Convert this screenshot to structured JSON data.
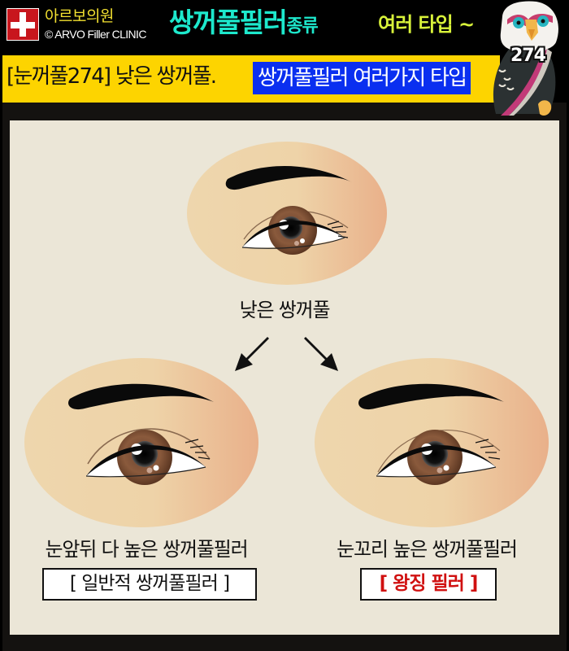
{
  "header": {
    "logo_icon": "red-cross-icon",
    "clinic_name_kr": "아르보의원",
    "clinic_name_en": "© ARVO Filler CLINIC",
    "title_main": "쌍꺼풀필러",
    "title_suffix": "종류",
    "title_tagline": "여러 타입 ~"
  },
  "subheader": {
    "text": "[눈꺼풀274] 낮은 쌍꺼풀.",
    "highlight": "쌍꺼풀필러 여러가지 타입"
  },
  "mascot": {
    "icon": "eagle-mascot-icon",
    "episode_number": "274"
  },
  "diagram": {
    "top": {
      "caption": "낮은 쌍꺼풀"
    },
    "arrows": [
      "arrow-down-left-icon",
      "arrow-down-right-icon"
    ],
    "left": {
      "caption": "눈앞뒤 다 높은 쌍꺼풀필러",
      "tag": "[ 일반적 쌍꺼풀필러 ]"
    },
    "right": {
      "caption": "눈꼬리 높은 쌍꺼풀필러",
      "tag": "[ 왕징 필러 ]"
    }
  },
  "colors": {
    "title_cyan": "#1de8cc",
    "tagline_lime": "#d8f23a",
    "clinic_yellow": "#f2e030",
    "subbar_yellow": "#fdd400",
    "highlight_blue": "#0a2ff0",
    "panel_bg": "#ebe6d7",
    "skin": "#efd3a8",
    "tag_red": "#d01010"
  }
}
